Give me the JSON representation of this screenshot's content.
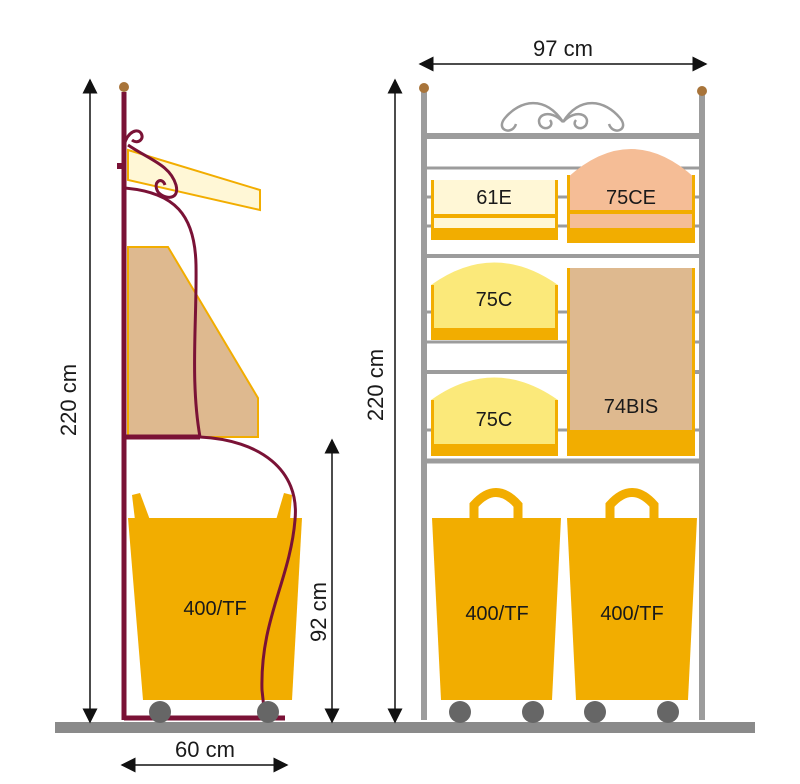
{
  "colors": {
    "frame_left": "#7a1236",
    "frame_right": "#9c9c9c",
    "basket": "#f2ad00",
    "tray_cream": "#fff7d6",
    "tray_peach": "#f5bd96",
    "tray_yellow": "#fbe97a",
    "tray_brown": "#deb98f",
    "floor": "#8a8a8a",
    "wheel": "#666666"
  },
  "dimensions": {
    "left_height": "220 cm",
    "left_basket_height": "92 cm",
    "left_width": "60 cm",
    "right_height": "220 cm",
    "right_width": "97 cm"
  },
  "left_unit": {
    "basket_label": "400/TF"
  },
  "right_unit": {
    "trays": [
      "61E",
      "75CE",
      "75C",
      "74BIS",
      "75C"
    ],
    "baskets": [
      "400/TF",
      "400/TF"
    ]
  }
}
